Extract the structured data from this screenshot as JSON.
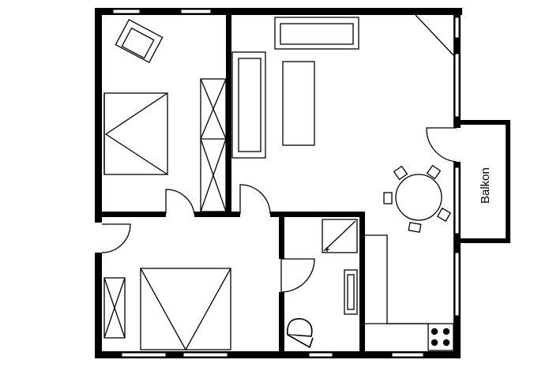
{
  "plan": {
    "rooms": [
      {
        "id": "bedroom-upper"
      },
      {
        "id": "living-room"
      },
      {
        "id": "bedroom-lower"
      },
      {
        "id": "bathroom"
      },
      {
        "id": "kitchen"
      },
      {
        "id": "balcony",
        "label": "Balkon"
      }
    ],
    "colors": {
      "wall": "#000000",
      "background": "#ffffff"
    }
  }
}
